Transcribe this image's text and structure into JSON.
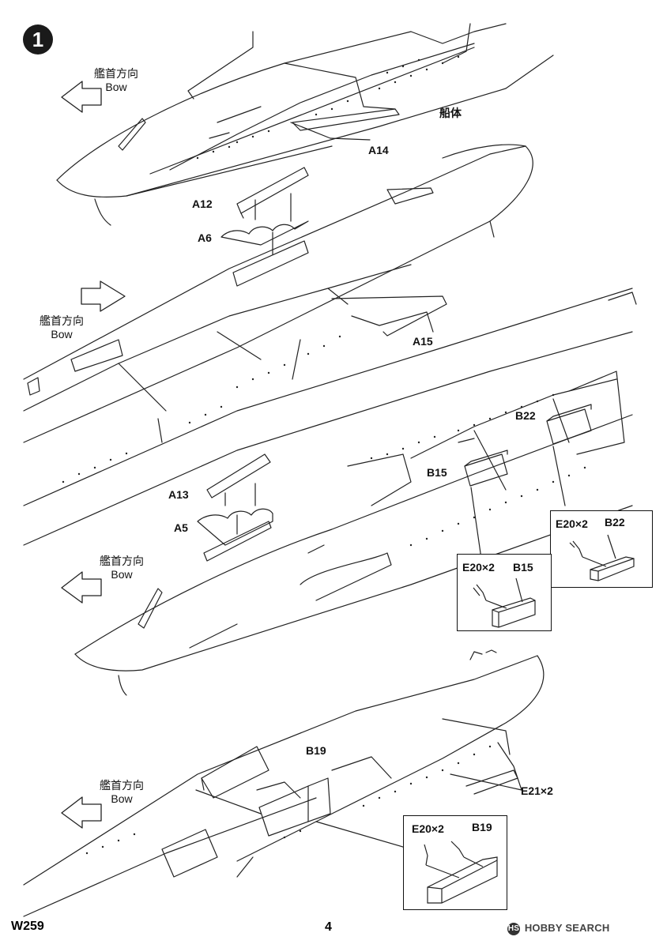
{
  "step": {
    "number": "1"
  },
  "directions": [
    {
      "jp": "艦首方向",
      "en": "Bow"
    },
    {
      "jp": "艦首方向",
      "en": "Bow"
    },
    {
      "jp": "艦首方向",
      "en": "Bow"
    },
    {
      "jp": "艦首方向",
      "en": "Bow"
    }
  ],
  "labels": {
    "hull": "船体",
    "a14": "A14",
    "a12": "A12",
    "a6": "A6",
    "a15": "A15",
    "a13": "A13",
    "a5": "A5",
    "b22": "B22",
    "b15": "B15",
    "b19": "B19",
    "e21x2": "E21×2"
  },
  "insets": [
    {
      "part_a": "E20×2",
      "part_b": "B22"
    },
    {
      "part_a": "E20×2",
      "part_b": "B15"
    },
    {
      "part_a": "E20×2",
      "part_b": "B19"
    }
  ],
  "footer": {
    "code": "W259",
    "page": "4",
    "watermark": "HOBBY SEARCH",
    "watermark_logo": "HS"
  },
  "colors": {
    "line": "#222222",
    "paper": "#ffffff",
    "badge": "#1a1a1a"
  },
  "icons": [
    "direction-arrow-icon",
    "step-number-icon"
  ]
}
